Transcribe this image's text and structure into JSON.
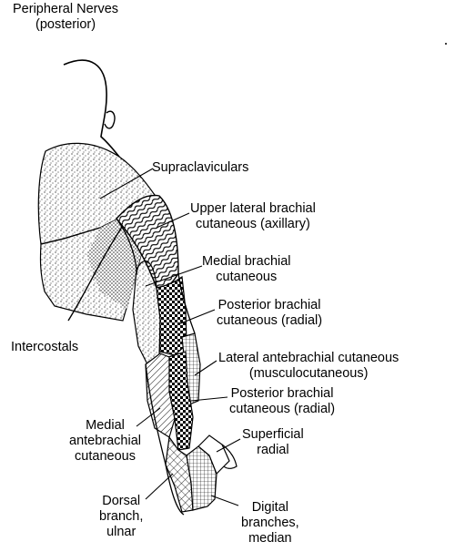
{
  "title": {
    "line1": "Peripheral Nerves",
    "line2": "(posterior)"
  },
  "labels": {
    "supraclaviculars": "Supraclaviculars",
    "upper_lateral_brachial": {
      "line1": "Upper lateral brachial",
      "line2": "cutaneous (axillary)"
    },
    "medial_brachial": {
      "line1": "Medial brachial",
      "line2": "cutaneous"
    },
    "posterior_brachial_1": {
      "line1": "Posterior brachial",
      "line2": "cutaneous (radial)"
    },
    "intercostals": "Intercostals",
    "lateral_antebrachial": {
      "line1": "Lateral antebrachial cutaneous",
      "line2": "(musculocutaneous)"
    },
    "posterior_brachial_2": {
      "line1": "Posterior brachial",
      "line2": "cutaneous (radial)"
    },
    "medial_antebrachial": {
      "line1": "Medial",
      "line2": "antebrachial",
      "line3": "cutaneous"
    },
    "superficial_radial": {
      "line1": "Superficial",
      "line2": "radial"
    },
    "dorsal_branch_ulnar": {
      "line1": "Dorsal",
      "line2": "branch,",
      "line3": "ulnar"
    },
    "digital_branches_median": {
      "line1": "Digital",
      "line2": "branches,",
      "line3": "median"
    }
  },
  "colors": {
    "ink": "#000000",
    "background": "#ffffff"
  }
}
